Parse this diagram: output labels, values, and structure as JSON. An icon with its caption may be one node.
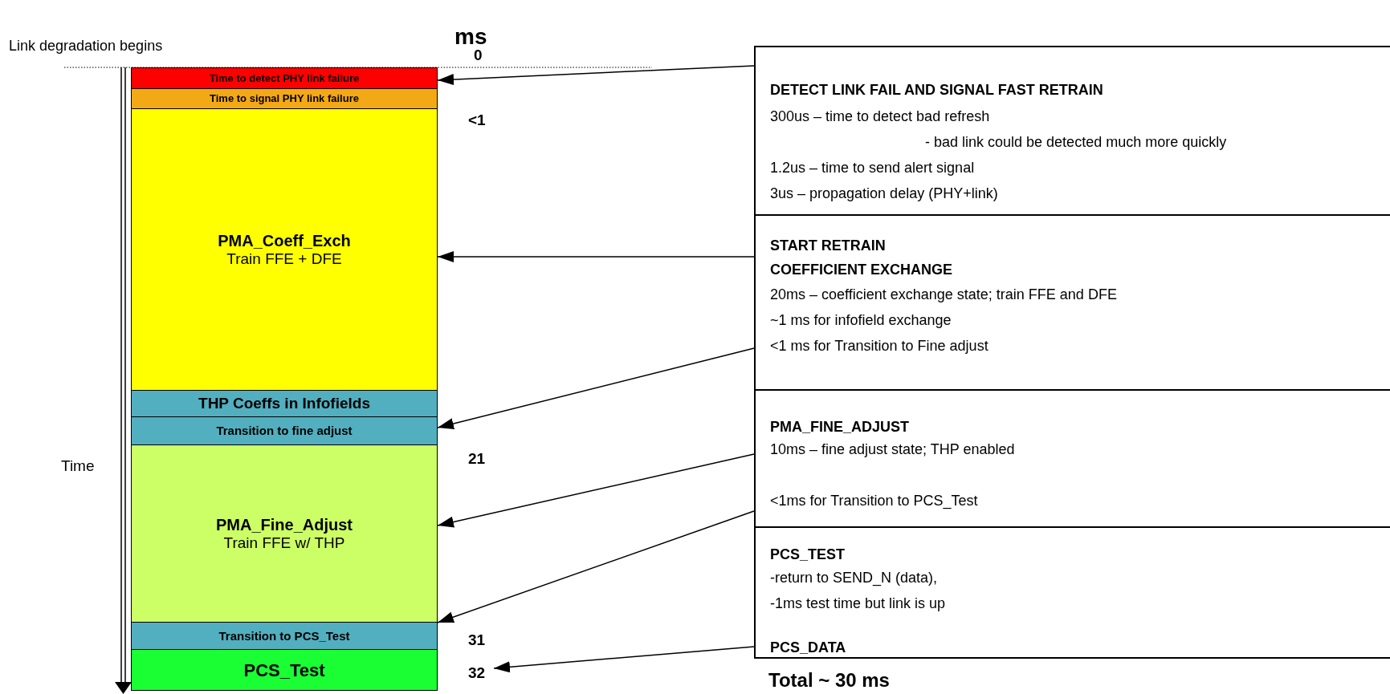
{
  "diagram": {
    "nodes": [
      {
        "text": [
          "Time to detect PHY link failure"
        ]
      },
      {
        "text": [
          "Time to signal PHY link failure"
        ]
      },
      {
        "text": [
          "PMA_Coeff_Exch",
          "Train FFE + DFE"
        ]
      },
      {
        "text": [
          "THP Coeffs in Infofields"
        ]
      },
      {
        "text": [
          "Transition to fine adjust"
        ]
      },
      {
        "text": [
          "PMA_Fine_Adjust",
          "Train FFE w/ THP"
        ]
      },
      {
        "text": [
          "Transition to PCS_Test"
        ]
      },
      {
        "text": [
          "PCS_Test"
        ]
      },
      {
        "text": [
          "DETECT LINK FAIL AND SIGNAL FAST RETRAIN",
          "300us – time to detect bad refresh",
          "- bad link could be detected much more quickly",
          "1.2us – time to send alert signal",
          "3us – propagation delay (PHY+link)"
        ]
      },
      {
        "text": [
          "START RETRAIN COEFFICIENT EXCHANGE",
          "20ms – coefficient exchange state; train FFE and DFE",
          "~1 ms for infofield exchange",
          "<1 ms for Transition to Fine adjust"
        ]
      },
      {
        "text": [
          "PMA_FINE_ADJUST",
          "10ms – fine adjust state; THP enabled",
          "<1ms for Transition to PCS_Test"
        ]
      },
      {
        "text": [
          "PCS_TEST",
          "-return to SEND_N (data),",
          "-1ms test time but link is up",
          "PCS_DATA"
        ]
      },
      {
        "text": [
          "32"
        ]
      }
    ],
    "edges": [
      {
        "from": 8,
        "to": 0,
        "arrow": "to"
      },
      {
        "from": 9,
        "to": 2,
        "arrow": "to"
      },
      {
        "from": 9,
        "to": 4,
        "arrow": "to"
      },
      {
        "from": 10,
        "to": 5,
        "arrow": "to"
      },
      {
        "from": 10,
        "to": 6,
        "arrow": "to"
      },
      {
        "from": 11,
        "to": 12,
        "arrow": "to"
      }
    ],
    "labels": [
      "ms",
      "Link degradation begins",
      "0",
      "<1",
      "Time",
      "21",
      "31",
      "Total ~ 30 ms"
    ]
  }
}
